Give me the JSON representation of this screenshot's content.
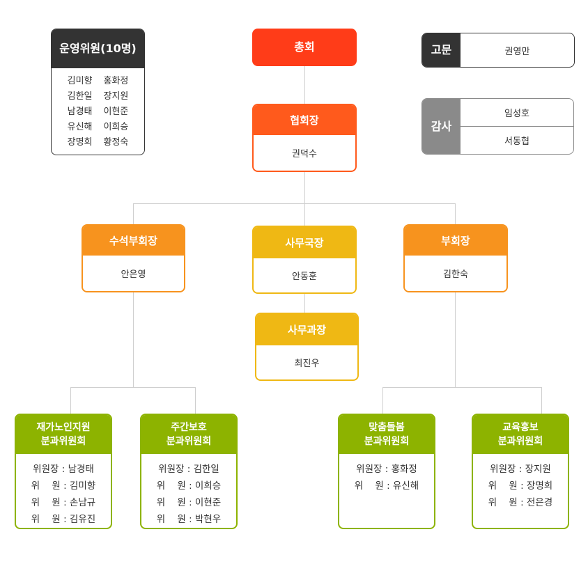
{
  "colors": {
    "general": "#ff3c18",
    "president": "#ff5a1c",
    "vice": "#f7931e",
    "office": "#efb814",
    "committee": "#8db300",
    "dark": "#333333",
    "gray": "#8a8a8a"
  },
  "steering": {
    "title": "운영위원(10명)",
    "members": [
      "김미향",
      "홍화정",
      "김한일",
      "장지원",
      "남경태",
      "이현준",
      "유신해",
      "이희승",
      "장명희",
      "황정숙"
    ]
  },
  "general_assembly": {
    "title": "총회"
  },
  "advisor": {
    "label": "고문",
    "name": "권영만"
  },
  "auditor": {
    "label": "감사",
    "names": [
      "임성호",
      "서동협"
    ]
  },
  "president": {
    "title": "협회장",
    "name": "권덕수"
  },
  "senior_vp": {
    "title": "수석부회장",
    "name": "안은영"
  },
  "secretary_general": {
    "title": "사무국장",
    "name": "안동훈"
  },
  "vp": {
    "title": "부회장",
    "name": "김한숙"
  },
  "office_manager": {
    "title": "사무과장",
    "name": "최진우"
  },
  "committees": [
    {
      "title1": "재가노인지원",
      "title2": "분과위원회",
      "rows": [
        "위원장 : 남경태",
        "위    원 : 김미향",
        "위    원 : 손남규",
        "위    원 : 김유진"
      ]
    },
    {
      "title1": "주간보호",
      "title2": "분과위원회",
      "rows": [
        "위원장 : 김한일",
        "위    원 : 이희승",
        "위    원 : 이현준",
        "위    원 : 박현우"
      ]
    },
    {
      "title1": "맞춤돌봄",
      "title2": "분과위원회",
      "rows": [
        "위원장 : 홍화정",
        "위    원 : 유신해"
      ]
    },
    {
      "title1": "교육홍보",
      "title2": "분과위원회",
      "rows": [
        "위원장 : 장지원",
        "위    원 : 장명희",
        "위    원 : 전은경"
      ]
    }
  ]
}
